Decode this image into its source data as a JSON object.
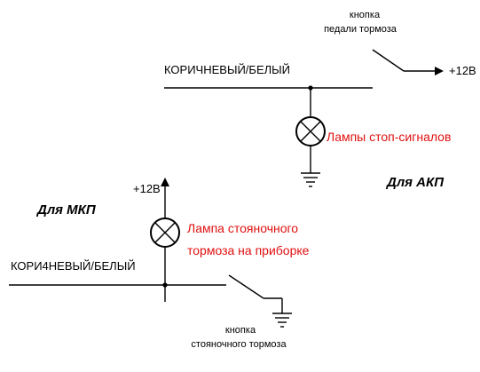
{
  "top_circuit": {
    "switch_label_line1": "кнопка",
    "switch_label_line2": "педали тормоза",
    "supply_label": "+12В",
    "wire_label": "КОРИЧНЕВЫЙ/БЕЛЫЙ",
    "lamp_label": "Лампы стоп-сигналов",
    "title": "Для АКП"
  },
  "bottom_circuit": {
    "title": "Для МКП",
    "supply_label": "+12В",
    "lamp_label_line1": "Лампа стояночного",
    "lamp_label_line2": "тормоза на приборке",
    "wire_label": "КОРИ4НЕВЫЙ/БЕЛЫЙ",
    "switch_label_line1": "кнопка",
    "switch_label_line2": "стояночного тормоза"
  },
  "colors": {
    "wire": "#000000",
    "label_accent": "#e01010"
  }
}
